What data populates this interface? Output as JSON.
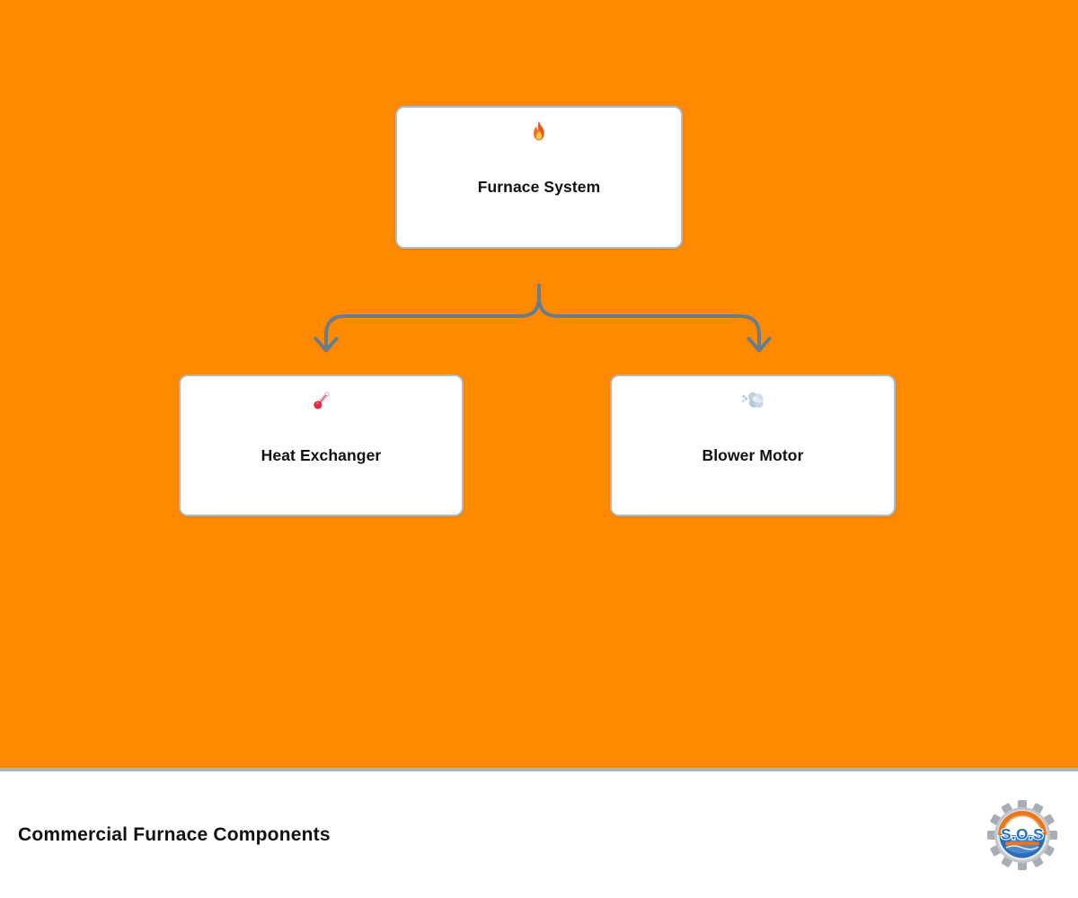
{
  "colors": {
    "background": "#ff8a00",
    "connector": "#697d8c",
    "node_border": "#b3bac1",
    "node_bg": "#ffffff",
    "divider": "#a9b2ba",
    "footer_bg": "#ffffff",
    "text": "#111111",
    "logo_orange": "#e87722",
    "logo_blue": "#2a6fc0"
  },
  "diagram": {
    "root": {
      "label": "Furnace System",
      "icon": "fire-icon"
    },
    "children": [
      {
        "label": "Heat Exchanger",
        "icon": "thermometer-icon"
      },
      {
        "label": "Blower Motor",
        "icon": "wind-icon"
      }
    ]
  },
  "footer": {
    "title": "Commercial Furnace Components",
    "logo_text": "S.O.S"
  }
}
